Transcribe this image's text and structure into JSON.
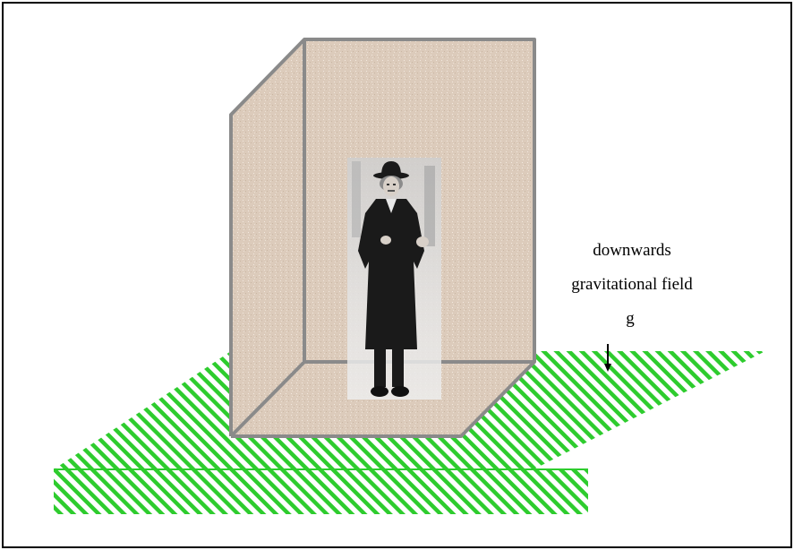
{
  "annotation": {
    "line1": "downwards",
    "line2": "gravitational field",
    "symbol": "g"
  },
  "colors": {
    "border": "#000000",
    "floor_stripe": "#2ecc2e",
    "box_fill": "#d9c8b8",
    "box_edge": "#8a8a8a",
    "figure": "#1a1a1a"
  },
  "icons": {
    "arrow": "down-arrow-icon",
    "person": "standing-man-icon"
  }
}
